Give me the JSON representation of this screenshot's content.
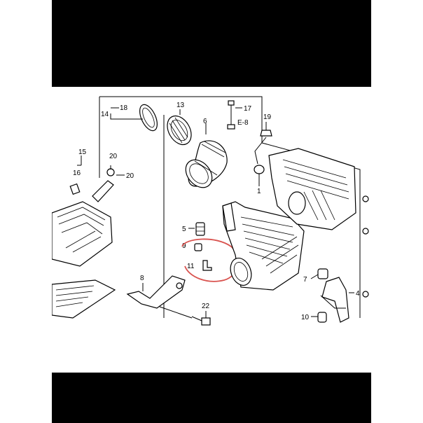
{
  "labels": {
    "l1": "1",
    "l4": "4",
    "l5": "5",
    "l6": "6",
    "l7": "7",
    "l8": "8",
    "l9": "9",
    "l10": "10",
    "l11": "11",
    "l13": "13",
    "l14": "14",
    "l15": "15",
    "l16": "16",
    "l17": "17",
    "l18": "18",
    "l19": "19",
    "l20a": "20",
    "l20b": "20",
    "l22": "22",
    "lE8": "E-8"
  },
  "colors": {
    "highlight_circle": "#d9534f",
    "ink": "#000000",
    "letterbox": "#000000"
  }
}
